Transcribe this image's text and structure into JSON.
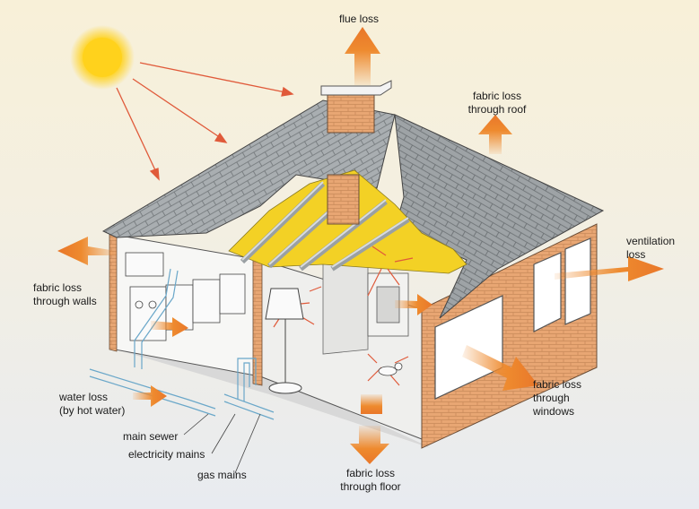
{
  "labels": {
    "flue_loss": "flue loss",
    "roof_line1": "fabric loss",
    "roof_line2": "through roof",
    "ventilation_line1": "ventilation",
    "ventilation_line2": "loss",
    "walls_line1": "fabric loss",
    "walls_line2": "through walls",
    "windows_line1": "fabric loss",
    "windows_line2": "through",
    "windows_line3": "windows",
    "water_line1": "water loss",
    "water_line2": "(by hot water)",
    "main_sewer": "main sewer",
    "electricity_mains": "electricity mains",
    "gas_mains": "gas mains",
    "floor_line1": "fabric loss",
    "floor_line2": "through floor"
  },
  "colors": {
    "arrow_orange": "#ee8a2e",
    "sun_yellow": "#ffd21c",
    "roof_grey": "#a9aeb1",
    "brick": "#e8a673",
    "insulation_yellow": "#f3d125",
    "ray_red": "#e05a3a"
  }
}
